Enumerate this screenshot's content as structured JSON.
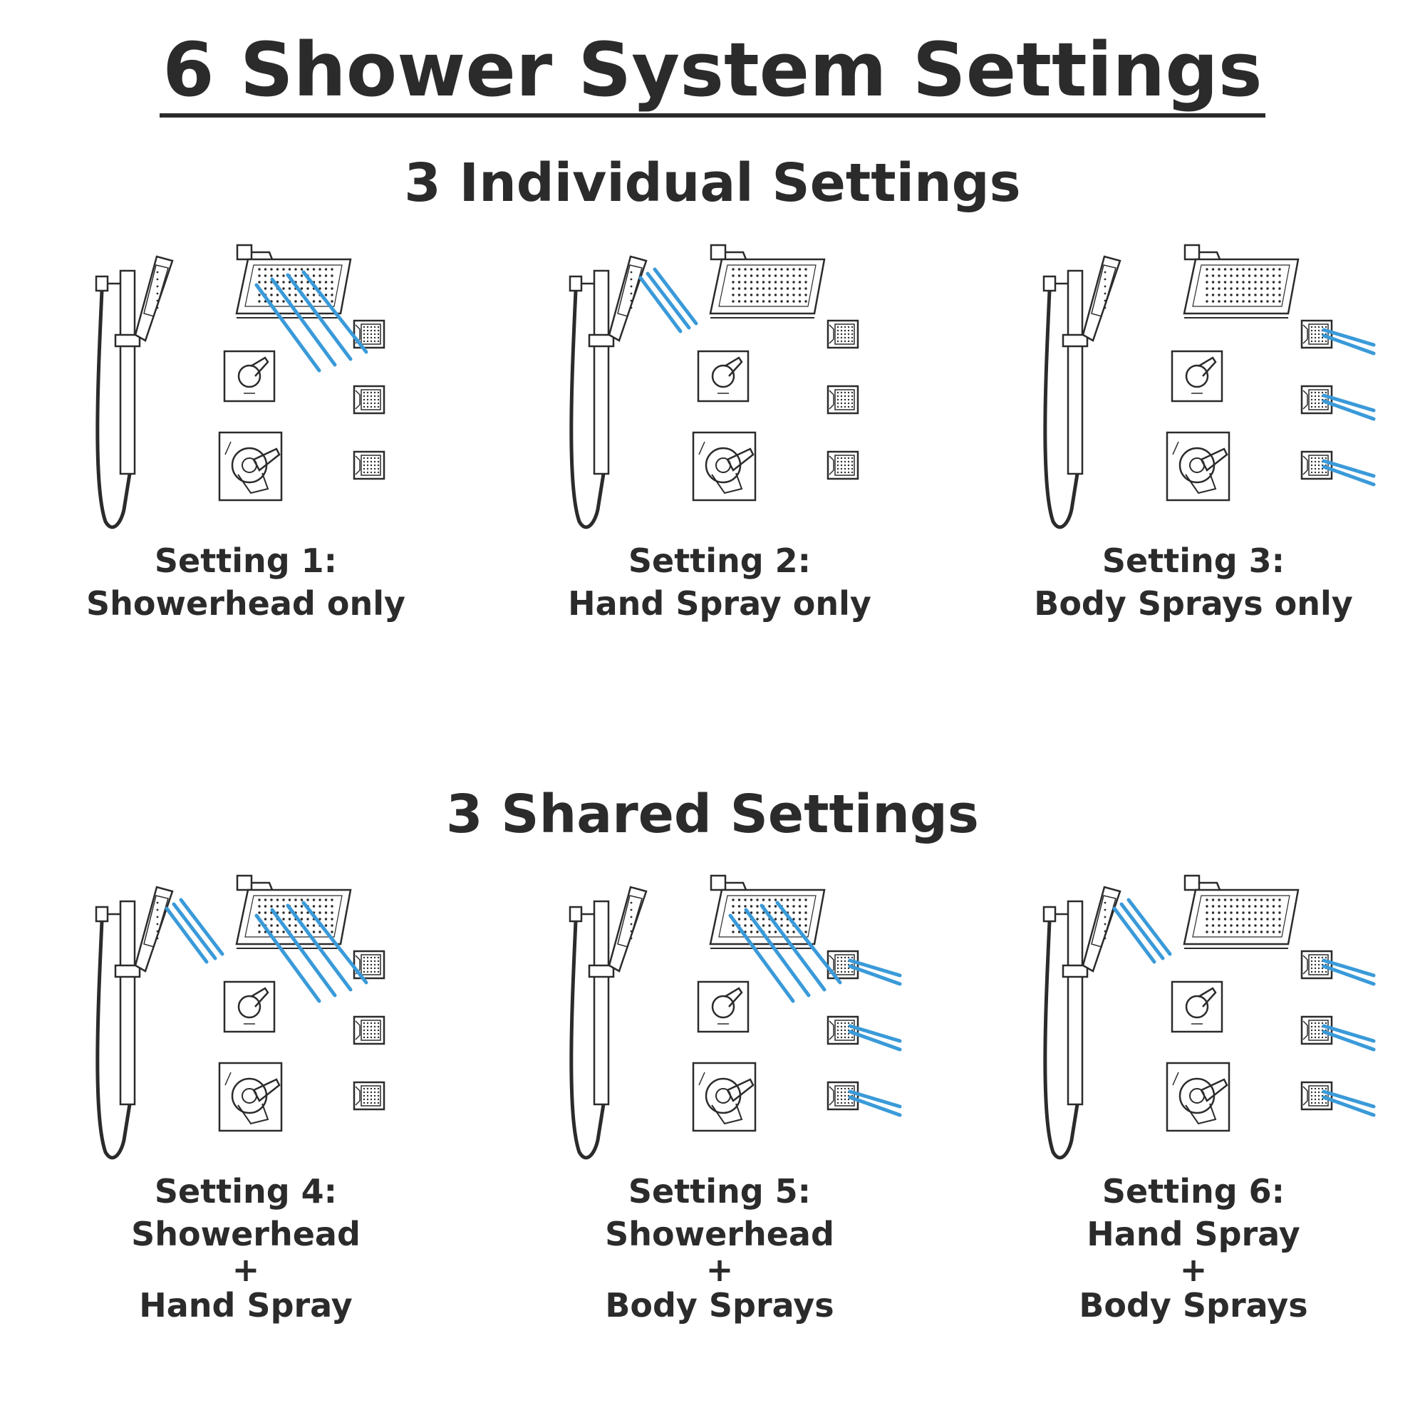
{
  "title": "6 Shower System Settings",
  "sections": [
    {
      "title": "3 Individual Settings"
    },
    {
      "title": "3 Shared Settings"
    }
  ],
  "settings": [
    {
      "label": "Setting 1:",
      "lines": [
        "Showerhead only"
      ],
      "active": {
        "showerhead": true,
        "hand_spray": false,
        "body_sprays": false
      }
    },
    {
      "label": "Setting 2:",
      "lines": [
        "Hand Spray only"
      ],
      "active": {
        "showerhead": false,
        "hand_spray": true,
        "body_sprays": false
      }
    },
    {
      "label": "Setting 3:",
      "lines": [
        "Body Sprays only"
      ],
      "active": {
        "showerhead": false,
        "hand_spray": false,
        "body_sprays": true
      }
    },
    {
      "label": "Setting 4:",
      "lines": [
        "Showerhead",
        "+",
        "Hand Spray"
      ],
      "active": {
        "showerhead": true,
        "hand_spray": true,
        "body_sprays": false
      }
    },
    {
      "label": "Setting 5:",
      "lines": [
        "Showerhead",
        "+",
        "Body Sprays"
      ],
      "active": {
        "showerhead": true,
        "hand_spray": false,
        "body_sprays": true
      }
    },
    {
      "label": "Setting 6:",
      "lines": [
        "Hand Spray",
        "+",
        "Body Sprays"
      ],
      "active": {
        "showerhead": false,
        "hand_spray": true,
        "body_sprays": true
      }
    }
  ],
  "colors": {
    "water": "#3a9ad9",
    "ink": "#2b2b2b"
  }
}
